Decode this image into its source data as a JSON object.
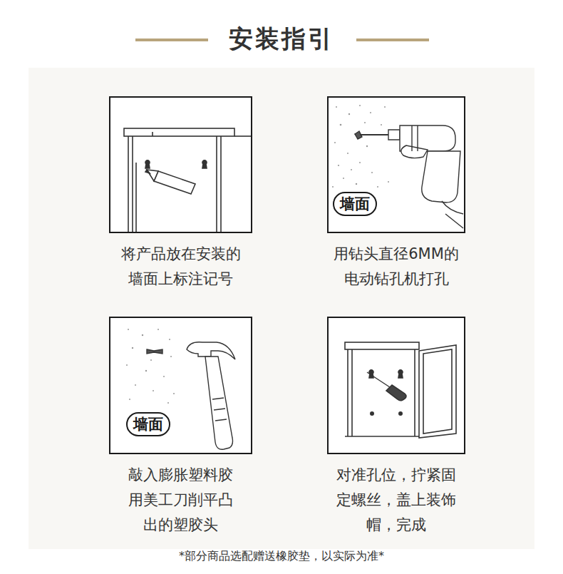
{
  "diagram": {
    "title": "安装指引",
    "nodes": [
      {
        "text": [
          "将产品放在安装的 墙面上标注记号"
        ]
      },
      {
        "text": [
          "用钻头直径6MM的 电动钻孔机打孔"
        ]
      },
      {
        "text": [
          "墙面"
        ],
        "in": 1
      },
      {
        "text": [
          "敲入膨胀塑料胶 用美工刀削平凸 出的塑胶头"
        ]
      },
      {
        "text": [
          "墙面"
        ],
        "in": 3
      },
      {
        "text": [
          "对准孔位，拧紧固 定螺丝，盖上装饰 帽，完成"
        ]
      }
    ],
    "caption": "*部分商品选配赠送橡胶垫，以实际为准*"
  }
}
